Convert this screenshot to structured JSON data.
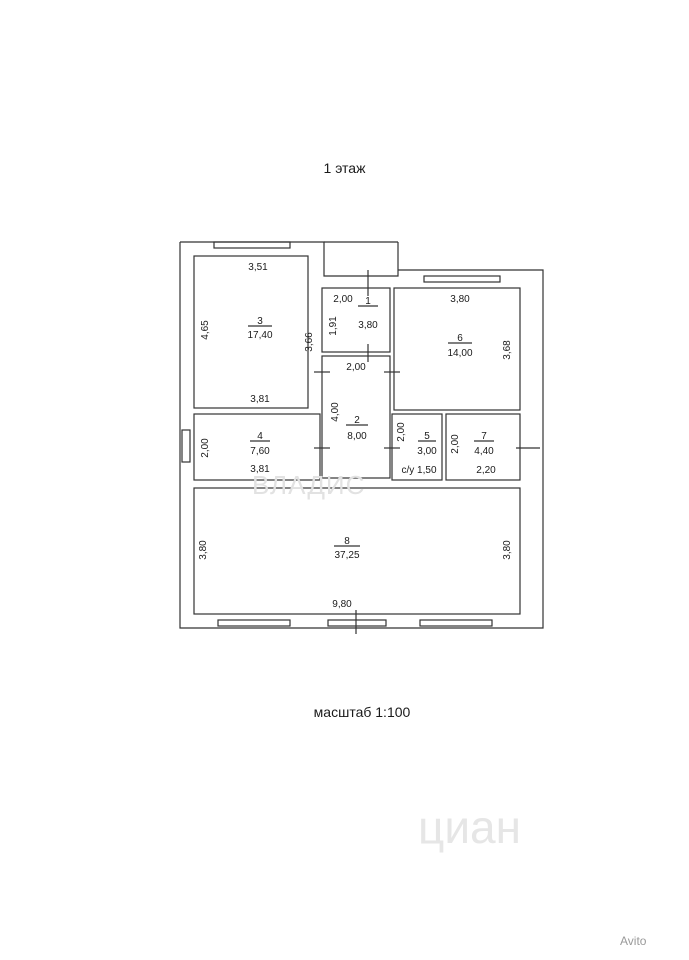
{
  "plan": {
    "title": "1 этаж",
    "scale": "масштаб 1:100",
    "rooms": [
      {
        "number": "1",
        "area": "3,80"
      },
      {
        "number": "2",
        "area": "8,00"
      },
      {
        "number": "3",
        "area": "17,40"
      },
      {
        "number": "4",
        "area": "7,60"
      },
      {
        "number": "5",
        "area": "3,00"
      },
      {
        "number": "6",
        "area": "14,00"
      },
      {
        "number": "7",
        "area": "4,40"
      },
      {
        "number": "8",
        "area": "37,25"
      }
    ],
    "dimensions": {
      "room3_top": "3,51",
      "room3_left": "4,65",
      "room3_right": "3,66",
      "room3_bottom": "3,81",
      "room1_top": "2,00",
      "room1_left": "1,91",
      "corridor_top": "2,00",
      "corridor_side": "4,00",
      "room6_top": "3,80",
      "room6_right": "3,68",
      "room4_left": "2,00",
      "room4_bottom": "3,81",
      "room5_left": "2,00",
      "room5_bottom": "с/у 1,50",
      "room7_left": "2,00",
      "room7_bottom": "2,20",
      "room8_left": "3,80",
      "room8_right": "3,80",
      "room8_bottom": "9,80"
    },
    "watermarks": {
      "agency": "ВЛАДИС",
      "site": "циан",
      "avito": "Avito"
    }
  }
}
